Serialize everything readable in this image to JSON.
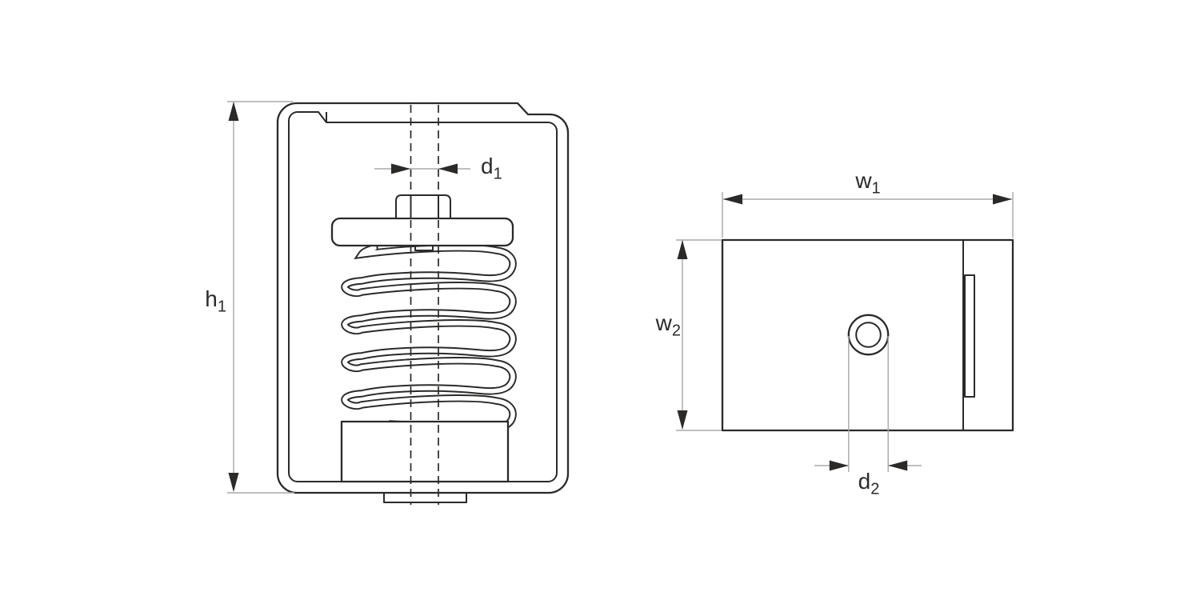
{
  "drawing": {
    "type": "engineering-diagram",
    "subject": "spring hanger vibration isolator, two orthographic views",
    "colors": {
      "background": "#ffffff",
      "line": "#2b2a29",
      "dimension_line": "#a8a8a8"
    },
    "views": {
      "front": {
        "dimensions": {
          "h1": {
            "base": "h",
            "sub": "1"
          },
          "d1": {
            "base": "d",
            "sub": "1"
          }
        }
      },
      "side": {
        "dimensions": {
          "w1": {
            "base": "w",
            "sub": "1"
          },
          "w2": {
            "base": "w",
            "sub": "2"
          },
          "d2": {
            "base": "d",
            "sub": "2"
          }
        }
      }
    }
  }
}
